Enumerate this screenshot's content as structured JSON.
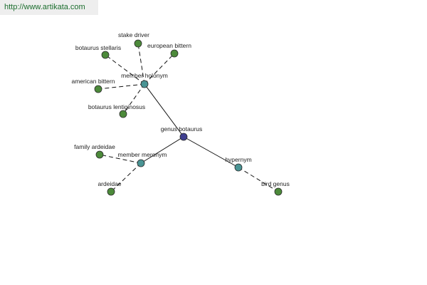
{
  "site_url": "http://www.artikata.com",
  "colors": {
    "center": "#3f3f8f",
    "relation": "#4a9494",
    "leaf": "#4c8a3a",
    "node_stroke": "#2a2a2a",
    "edge": "#111111"
  },
  "graph": {
    "nodes": [
      {
        "id": "genus-botaurus",
        "label": "genus botaurus",
        "kind": "center"
      },
      {
        "id": "member-holonym",
        "label": "member holonym",
        "kind": "relation"
      },
      {
        "id": "member-meronym",
        "label": "member meronym",
        "kind": "relation"
      },
      {
        "id": "hypernym",
        "label": "hypernym",
        "kind": "relation"
      },
      {
        "id": "stake-driver",
        "label": "stake driver",
        "kind": "leaf"
      },
      {
        "id": "botaurus-stellaris",
        "label": "botaurus stellaris",
        "kind": "leaf"
      },
      {
        "id": "european-bittern",
        "label": "european bittern",
        "kind": "leaf"
      },
      {
        "id": "american-bittern",
        "label": "american bittern",
        "kind": "leaf"
      },
      {
        "id": "botaurus-lentiginosus",
        "label": "botaurus lentiginosus",
        "kind": "leaf"
      },
      {
        "id": "family-ardeidae",
        "label": "family ardeidae",
        "kind": "leaf"
      },
      {
        "id": "ardeidae",
        "label": "ardeidae",
        "kind": "leaf"
      },
      {
        "id": "bird-genus",
        "label": "bird genus",
        "kind": "leaf"
      }
    ],
    "edges": [
      {
        "from": "genus-botaurus",
        "to": "member-holonym",
        "style": "solid"
      },
      {
        "from": "genus-botaurus",
        "to": "member-meronym",
        "style": "solid"
      },
      {
        "from": "genus-botaurus",
        "to": "hypernym",
        "style": "solid"
      },
      {
        "from": "member-holonym",
        "to": "stake-driver",
        "style": "dashed"
      },
      {
        "from": "member-holonym",
        "to": "botaurus-stellaris",
        "style": "dashed"
      },
      {
        "from": "member-holonym",
        "to": "european-bittern",
        "style": "dashed"
      },
      {
        "from": "member-holonym",
        "to": "american-bittern",
        "style": "dashed"
      },
      {
        "from": "member-holonym",
        "to": "botaurus-lentiginosus",
        "style": "dashed"
      },
      {
        "from": "member-meronym",
        "to": "family-ardeidae",
        "style": "dashed"
      },
      {
        "from": "member-meronym",
        "to": "ardeidae",
        "style": "dashed"
      },
      {
        "from": "hypernym",
        "to": "bird-genus",
        "style": "dashed"
      }
    ]
  }
}
